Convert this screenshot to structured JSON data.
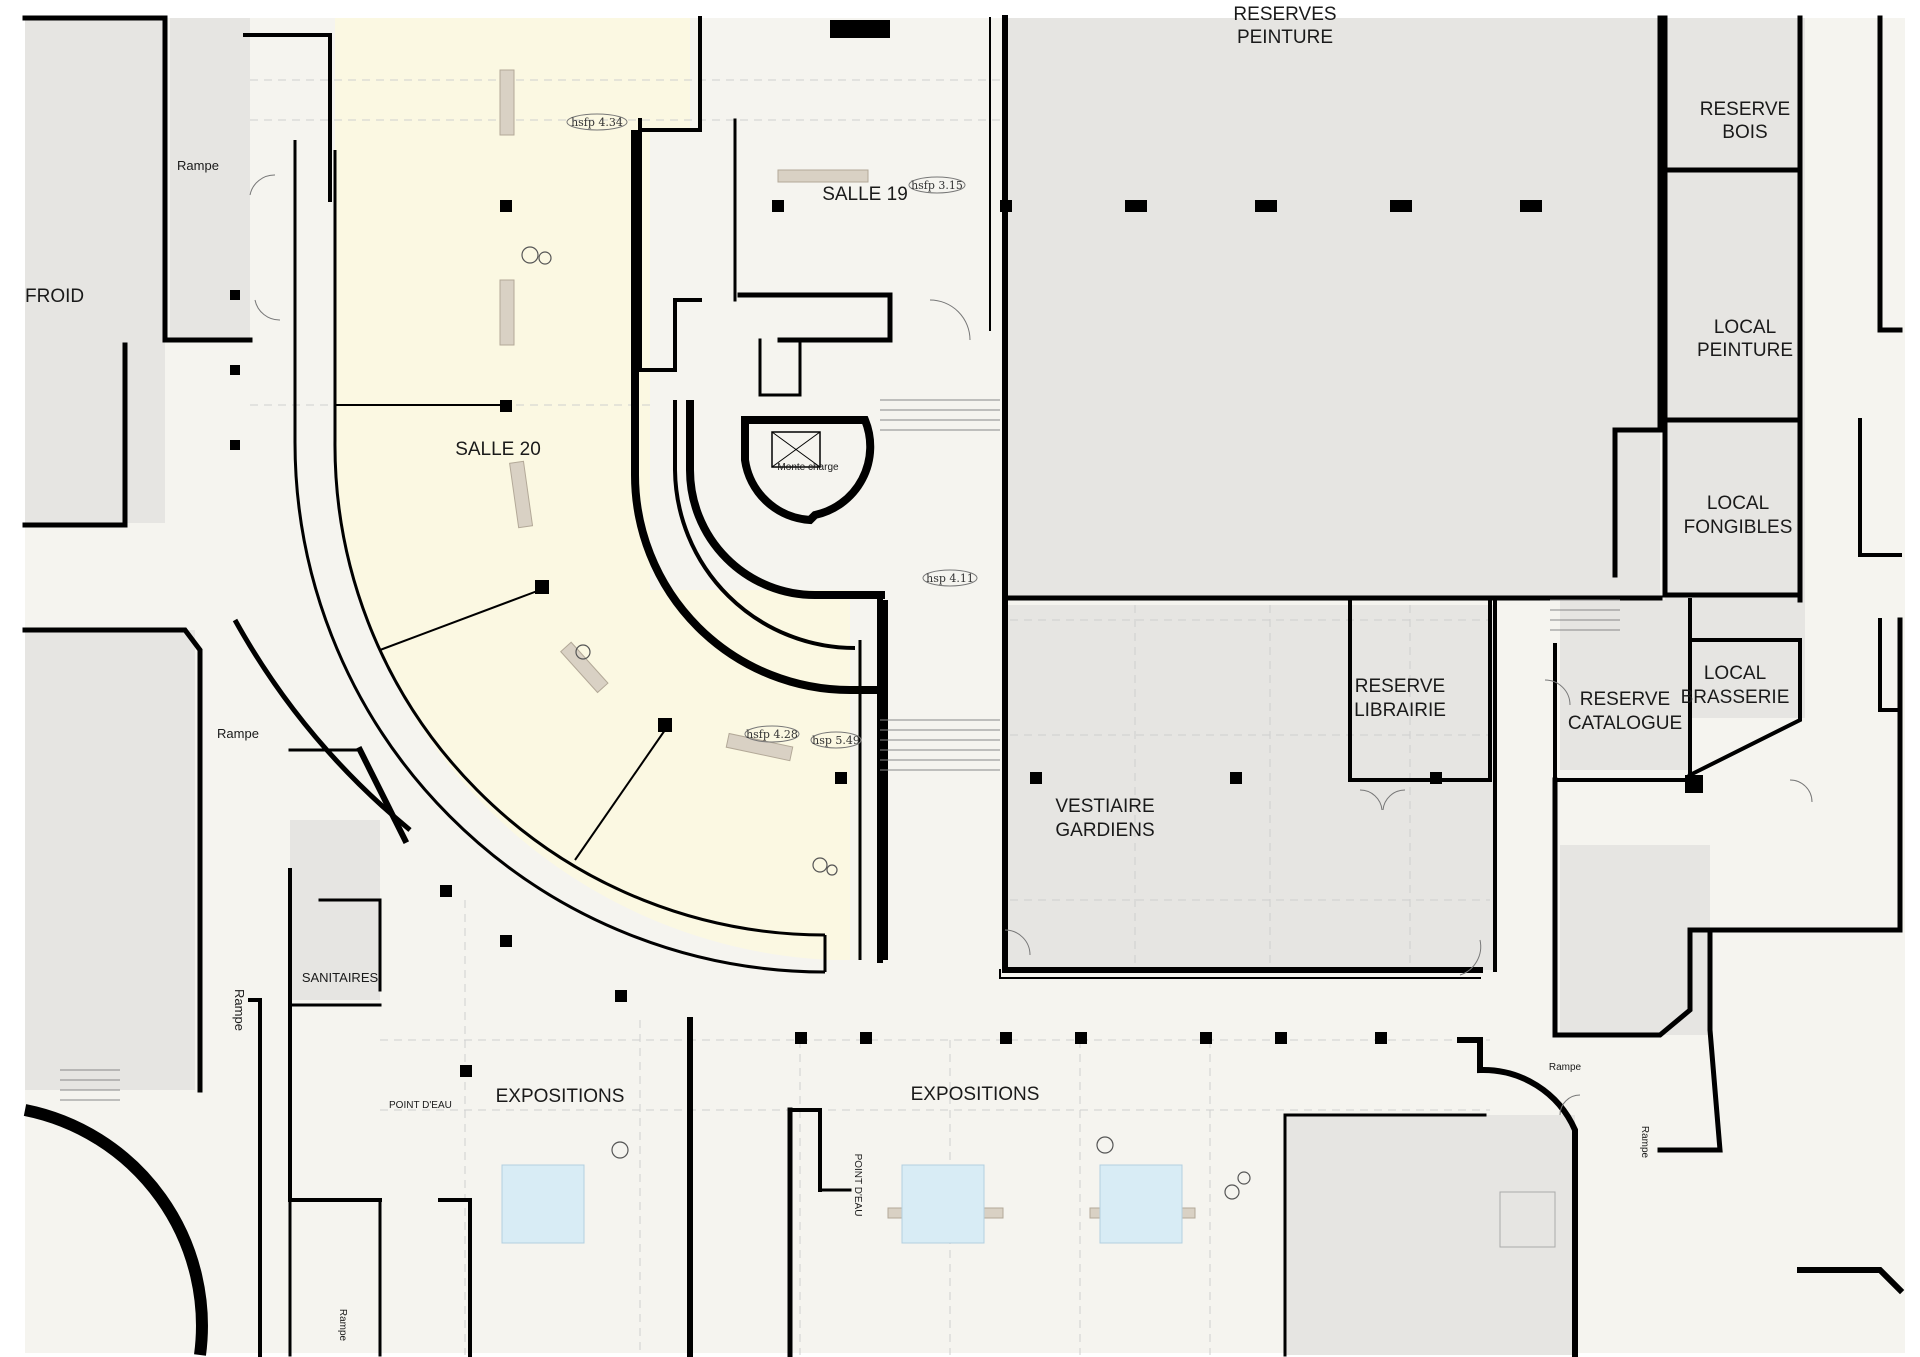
{
  "colors": {
    "background": "#ffffff",
    "floor_light": "#f5f4ef",
    "floor_grey": "#e6e5e2",
    "floor_yellow": "#fbf8e2",
    "wall": "#000000",
    "bench": "#d9d1c4",
    "vitrine": "#d8ecf5"
  },
  "rooms": {
    "reserves_peinture": [
      "RESERVES",
      "PEINTURE"
    ],
    "reserve_bois": [
      "RESERVE",
      "BOIS"
    ],
    "froid": "FROID",
    "salle_19": "SALLE 19",
    "salle_20": "SALLE 20",
    "local_peinture": [
      "LOCAL",
      "PEINTURE"
    ],
    "local_fongibles": [
      "LOCAL",
      "FONGIBLES"
    ],
    "local_brasserie": [
      "LOCAL",
      "BRASSERIE"
    ],
    "reserve_librairie": [
      "RESERVE",
      "LIBRAIRIE"
    ],
    "reserve_catalogue": [
      "RESERVE",
      "CATALOGUE"
    ],
    "vestiaire_gardiens": [
      "VESTIAIRE",
      "GARDIENS"
    ],
    "sanitaires": "SANITAIRES",
    "expositions_left": "EXPOSITIONS",
    "expositions_right": "EXPOSITIONS",
    "monte_charge": "Monte charge",
    "point_eau_1": "POINT D'EAU",
    "point_eau_2": "POINT D'EAU"
  },
  "ramps": {
    "rampe_1": "Rampe",
    "rampe_2": "Rampe",
    "rampe_3": "Rampe",
    "rampe_4": "Rampe",
    "rampe_5": "Rampe",
    "rampe_6": "Rampe"
  },
  "heights": {
    "h1": "hsfp 4.34",
    "h2": "hsfp 3.15",
    "h3": "hsp 4.11",
    "h4": "hsfp 4.28",
    "h5": "hsp 5.49"
  },
  "icons": [
    "visitor-figure-icon",
    "hatched-stair-icon",
    "door-swing-icon"
  ]
}
